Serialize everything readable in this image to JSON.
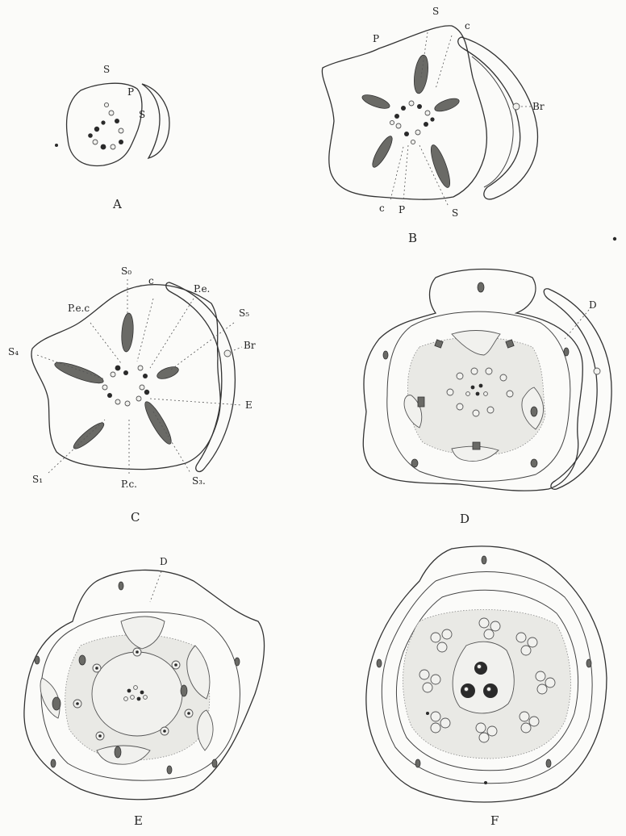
{
  "panels": {
    "A": {
      "caption": "A",
      "labels": {
        "s_top": "S",
        "p": "P",
        "s_side": "S"
      }
    },
    "B": {
      "caption": "B",
      "labels": {
        "s_top": "S",
        "p_top": "P",
        "c_top": "c",
        "br": "Br",
        "c_bottom": "c",
        "p_bottom": "P",
        "s_bottom": "S"
      }
    },
    "C": {
      "caption": "C",
      "labels": {
        "s_top": "S₀",
        "c_top": "c",
        "pe_right": "P.e.",
        "pec_left": "P.e.c",
        "s5": "S₅",
        "br": "Br",
        "s4": "S₄",
        "e": "E",
        "s1": "S₁",
        "pc": "P.c.",
        "s3": "S₃."
      }
    },
    "D": {
      "caption": "D",
      "labels": {
        "d": "D"
      }
    },
    "E": {
      "caption": "E",
      "labels": {
        "d": "D"
      }
    },
    "F": {
      "caption": "F",
      "labels": {}
    }
  }
}
